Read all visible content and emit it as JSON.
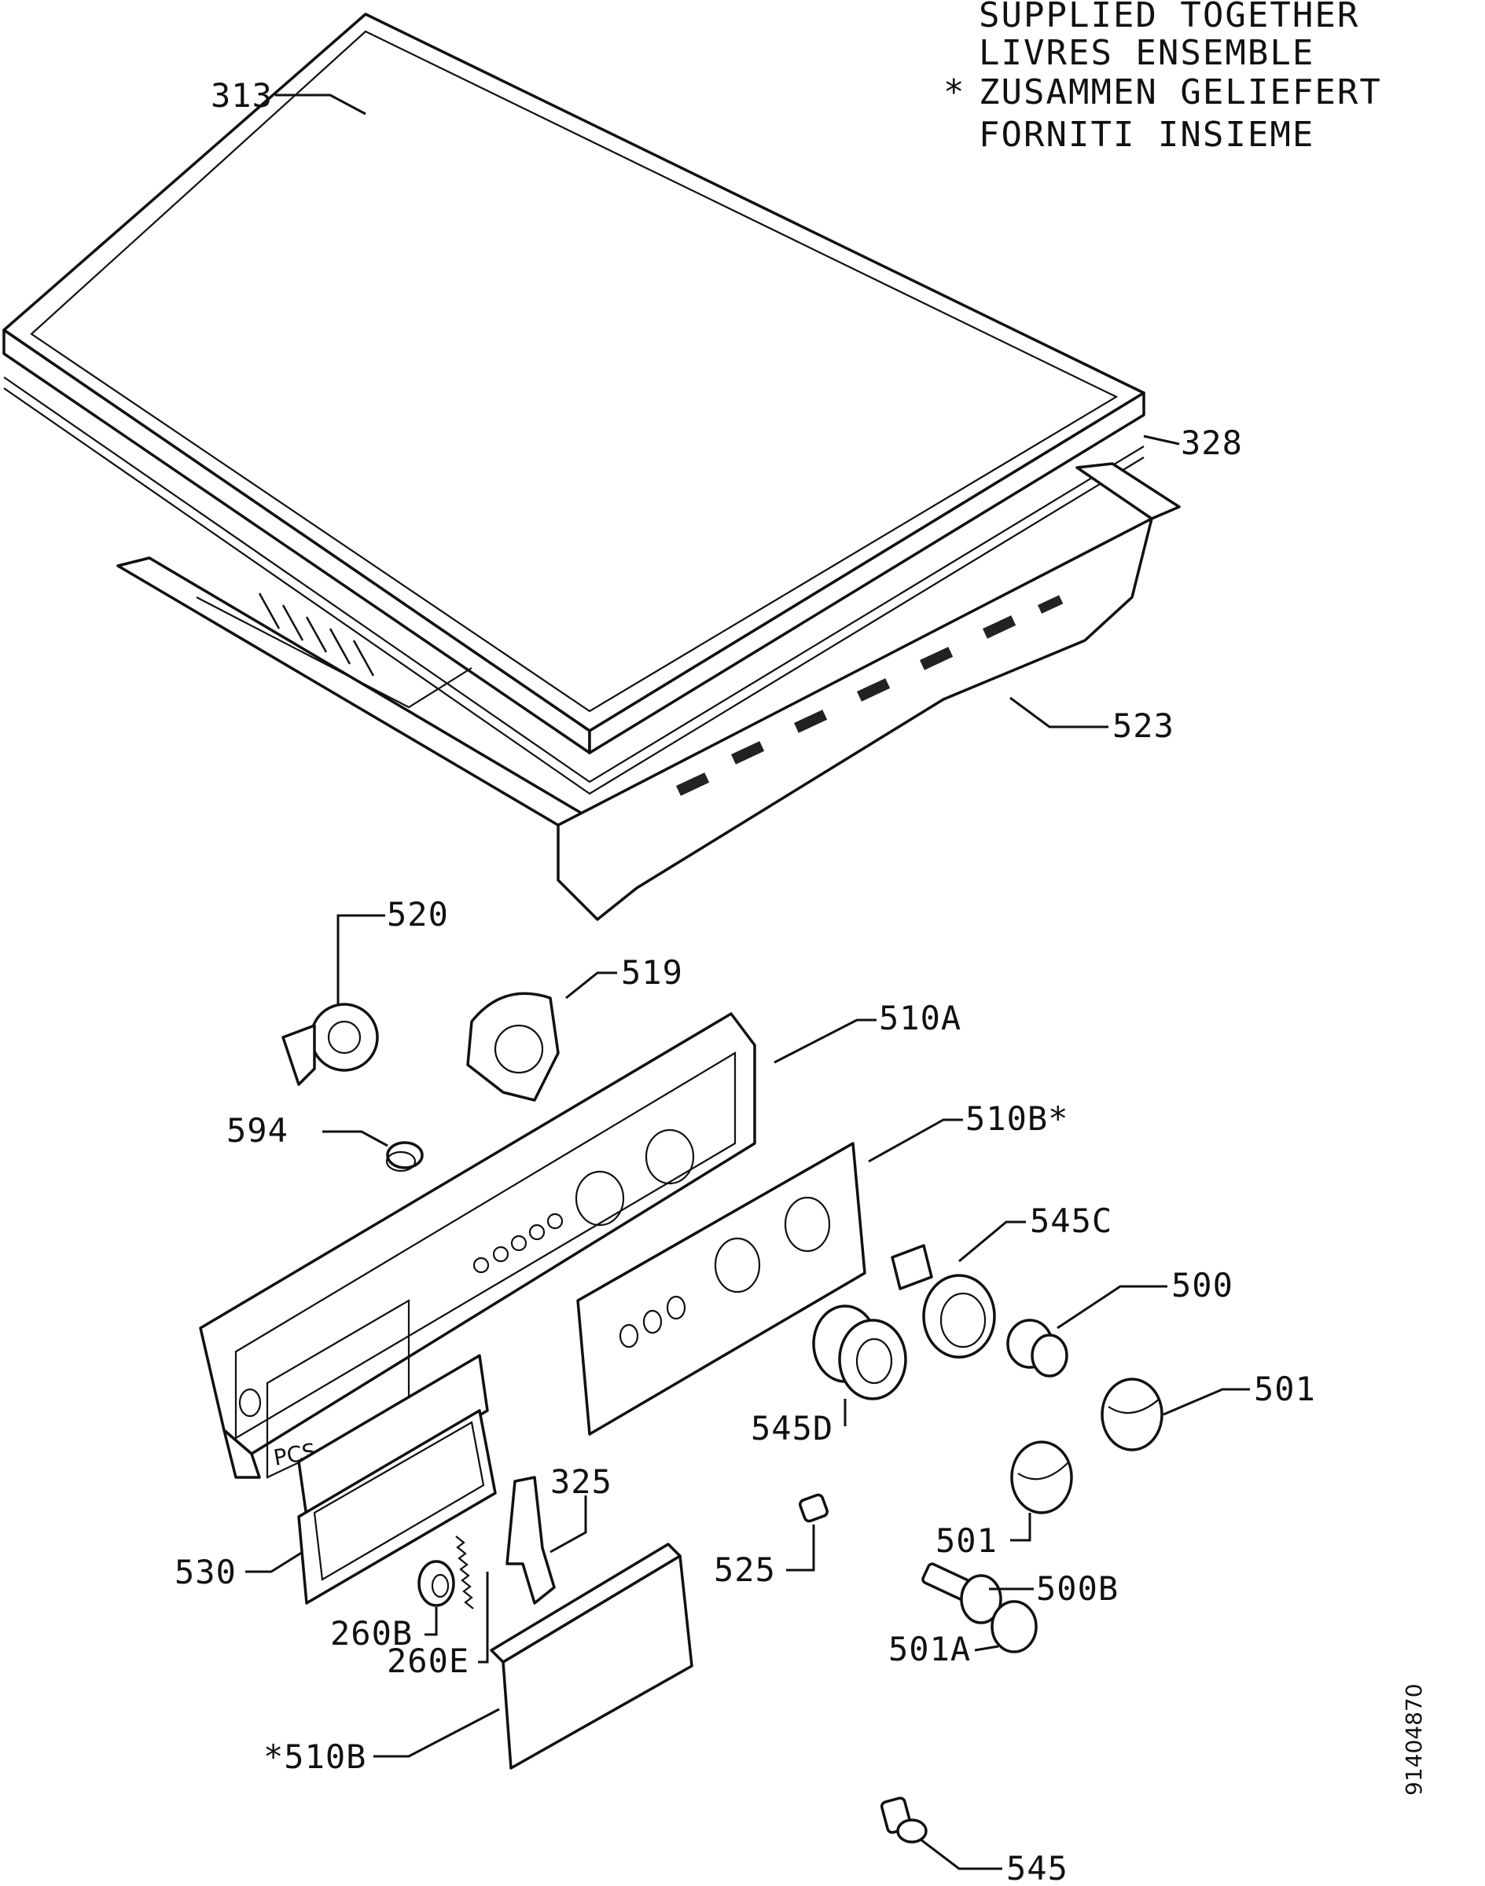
{
  "note": {
    "asterisk": "*",
    "lines": [
      "SUPPLIED TOGETHER",
      "LIVRES ENSEMBLE",
      "ZUSAMMEN GELIEFERT",
      "FORNITI INSIEME"
    ]
  },
  "document_number": "91404870",
  "parts": {
    "p313": "313",
    "p328": "328",
    "p523": "523",
    "p520": "520",
    "p519": "519",
    "p510A": "510A",
    "p510B_star": "510B*",
    "p594": "594",
    "p545C": "545C",
    "p500": "500",
    "p501_right": "501",
    "p545D": "545D",
    "p501_lower": "501",
    "p325": "325",
    "p530": "530",
    "p525": "525",
    "p500B": "500B",
    "p260B": "260B",
    "p260E": "260E",
    "p501A": "501A",
    "p510B_front": "*510B",
    "p545": "545"
  },
  "panel_marking": "PCS"
}
